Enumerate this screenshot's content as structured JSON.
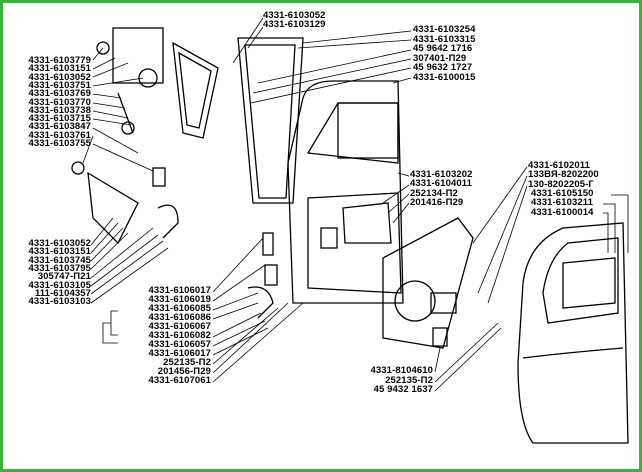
{
  "left_upper_labels": [
    "4331-6103779",
    "4331-6103151",
    "4331-6103052",
    "4331-6103751",
    "4331-6103769",
    "4331-6103770",
    "4331-6103738",
    "4331-6103715",
    "4331-6103847",
    "4331-6103761",
    "4331-6103755"
  ],
  "left_lower_labels": [
    "4331-6103052",
    "4331-6103151",
    "4331-6103745",
    "4331-6103795",
    "305747-П21",
    "4331-6103105",
    "111-6104357",
    "4331-6103103"
  ],
  "top_center_labels": [
    "4331-6103052",
    "4331-6103129"
  ],
  "top_right_labels": [
    "4331-6103254",
    "4331-6103315",
    "45 9642 1716",
    "307401-П29",
    "45 9632 1727",
    "4331-6100015"
  ],
  "mid_right_labels": [
    "4331-6103202",
    "4331-6104011",
    "252134-П2",
    "201416-П29"
  ],
  "far_right_labels": [
    "4331-6102011",
    "133ВЯ-8202200",
    "130-8202205-Г",
    "4331-6105150",
    "4331-6103211",
    "4331-6100014"
  ],
  "bottom_center_labels": [
    "4331-6106017",
    "4331-6106019",
    "4331-6106085",
    "4331-6106086",
    "4331-6106067",
    "4331-6106082",
    "4331-6106057",
    "4331-6106017",
    "252135-П2",
    "201456-П29",
    "4331-6107061"
  ],
  "bottom_labels": [
    "4331-8104610",
    "252135-П2",
    "45 9432 1637"
  ],
  "frame_color": "#3cb43c"
}
